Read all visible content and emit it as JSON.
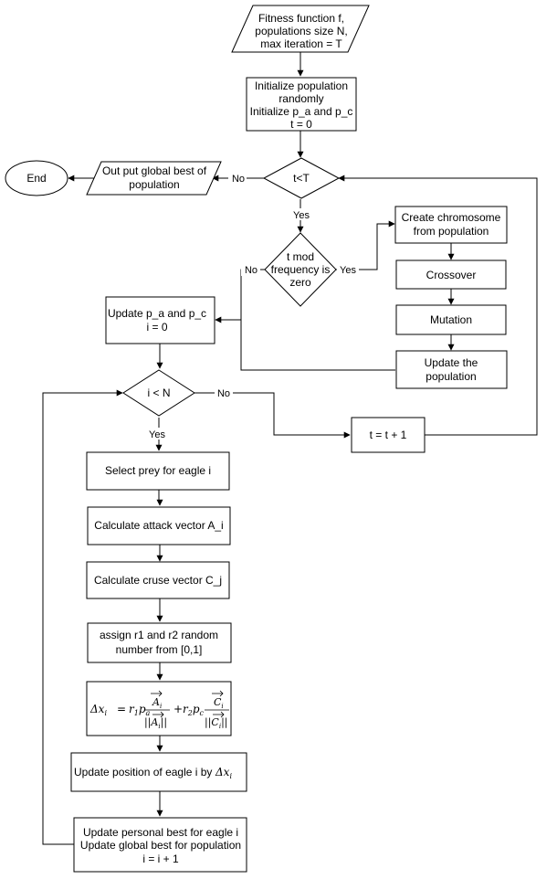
{
  "nodes": {
    "input": [
      "Fitness function f,",
      "populations size N,",
      "max iteration = T"
    ],
    "init": [
      "Initialize population",
      "randomly",
      "Initialize p_a and p_c",
      "t = 0"
    ],
    "cond_t": "t<T",
    "output": [
      "Out put global best of",
      "population"
    ],
    "end": "End",
    "cond_mod": [
      "t mod",
      "frequency is",
      "zero"
    ],
    "create_chromosome": [
      "Create chromosome",
      "from population"
    ],
    "crossover": "Crossover",
    "mutation": "Mutation",
    "update_population": [
      "Update the",
      "population"
    ],
    "update_pa_pc": [
      "Update p_a and p_c",
      "i = 0"
    ],
    "cond_i": "i < N",
    "t_inc": "t = t + 1",
    "select_prey": "Select prey for eagle i",
    "calc_attack": "Calculate attack vector A_i",
    "calc_cruise": "Calculate cruse vector C_j",
    "assign_r": [
      "assign r1 and r2 random",
      "number from [0,1]"
    ],
    "formula": {
      "lhs": "Δx",
      "lhs_sub": "i",
      "eq": "=",
      "t1": "r",
      "t1_sub": "1",
      "t2": "p",
      "t2_sub": "a",
      "frac1_num": "A",
      "frac1_num_sub": "i",
      "frac1_den": "||A",
      "frac1_den_sub": "i",
      "frac1_den_end": "||",
      "plus": "+",
      "t3": "r",
      "t3_sub": "2",
      "t4": "p",
      "t4_sub": "c",
      "frac2_num": "C",
      "frac2_num_sub": "i",
      "frac2_den": "||C",
      "frac2_den_sub": "i",
      "frac2_den_end": "||"
    },
    "update_position": "Update position of eagle i by",
    "update_position_sym": "Δx",
    "update_position_sym_sub": "i",
    "update_best": [
      "Update personal best for eagle i",
      "Update global best for population",
      "i = i + 1"
    ]
  },
  "labels": {
    "no": "No",
    "yes": "Yes"
  }
}
